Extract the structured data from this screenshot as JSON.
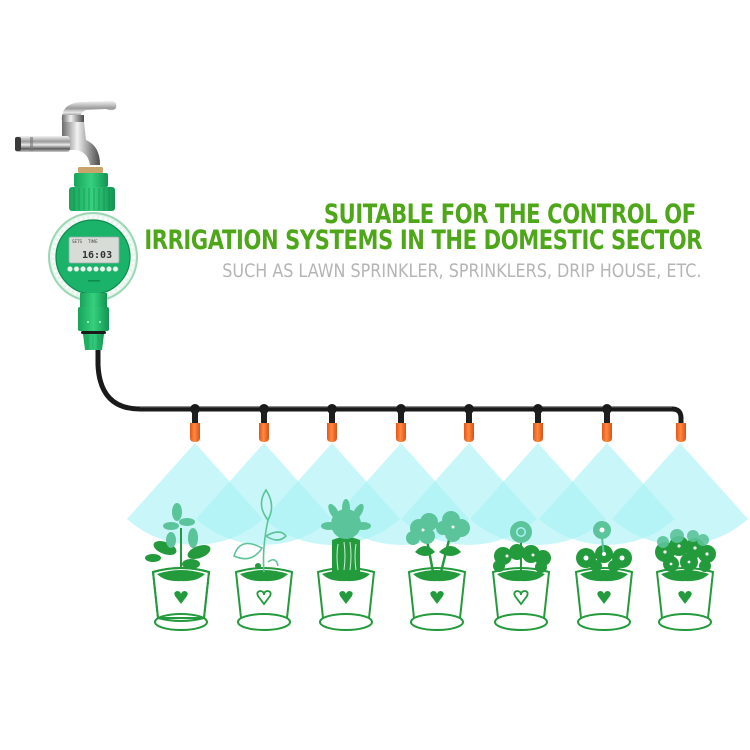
{
  "headline": {
    "line1": "SUITABLE FOR THE CONTROL OF",
    "line2": "IRRIGATION SYSTEMS IN THE DOMESTIC SECTOR",
    "subline": "SUCH AS LAWN SPRINKLER, SPRINKLERS, DRIP HOUSE, ETC."
  },
  "timer": {
    "lcd_labels": [
      "SETS",
      "TIME"
    ],
    "lcd_time": "16:03",
    "button_count": 8
  },
  "irrigation": {
    "nozzle_count": 8,
    "pot_count": 7,
    "pots": [
      {
        "plant": "leafy-herb",
        "heart": "filled"
      },
      {
        "plant": "seedling-outline",
        "heart": "outline"
      },
      {
        "plant": "cactus",
        "heart": "filled"
      },
      {
        "plant": "clover-flower",
        "heart": "filled"
      },
      {
        "plant": "daisy-bush",
        "heart": "outline"
      },
      {
        "plant": "gear-flower-bush",
        "heart": "filled"
      },
      {
        "plant": "flowering-shrub",
        "heart": "filled"
      }
    ]
  },
  "colors": {
    "headline_green": "#4ea619",
    "subline_gray": "#b5b5b5",
    "plant_green": "#239a3c",
    "plant_light_green": "#5cc49a",
    "spray_cyan": "#a8f2f6",
    "nozzle_orange": "#f26b21",
    "timer_green": "#1bb26a",
    "pipe_black": "#1a1a1a"
  }
}
